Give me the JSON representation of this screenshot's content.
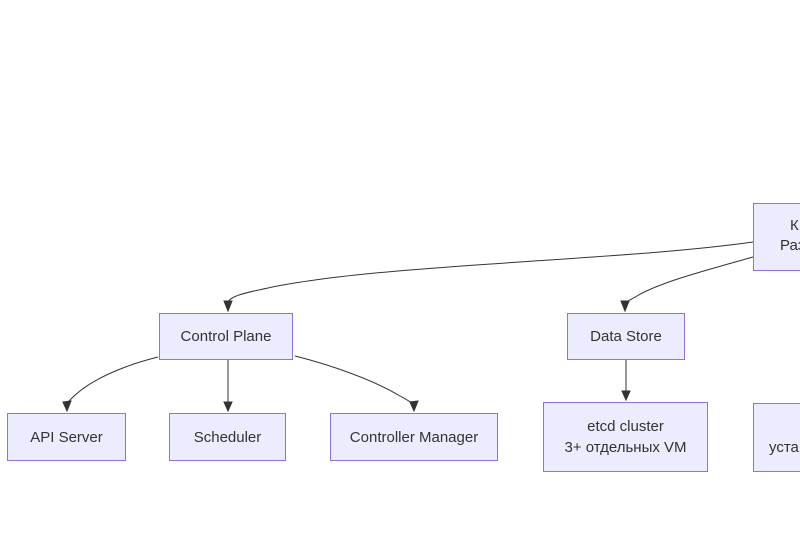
{
  "diagram": {
    "type": "flowchart",
    "background": "#ffffff",
    "colors": {
      "node_fill": "#ECECFF",
      "node_border": "#9370DB",
      "edge": "#333333",
      "text": "#333333"
    },
    "nodes": {
      "cluster_partial": {
        "line1": "К",
        "line2": "Раз",
        "note_visible_fragment_only": "clipped at right edge"
      },
      "control_plane": {
        "label": "Control Plane"
      },
      "data_store": {
        "label": "Data Store"
      },
      "api_server": {
        "label": "API Server"
      },
      "scheduler": {
        "label": "Scheduler"
      },
      "controller_manager": {
        "label": "Controller Manager"
      },
      "etcd": {
        "line1": "etcd cluster",
        "line2": "3+ отдельных VM"
      },
      "right_bottom_partial": {
        "line2": "уста"
      }
    },
    "edges": [
      {
        "from": "cluster_partial",
        "to": "control_plane"
      },
      {
        "from": "cluster_partial",
        "to": "data_store"
      },
      {
        "from": "control_plane",
        "to": "api_server"
      },
      {
        "from": "control_plane",
        "to": "scheduler"
      },
      {
        "from": "control_plane",
        "to": "controller_manager"
      },
      {
        "from": "data_store",
        "to": "etcd"
      }
    ]
  }
}
